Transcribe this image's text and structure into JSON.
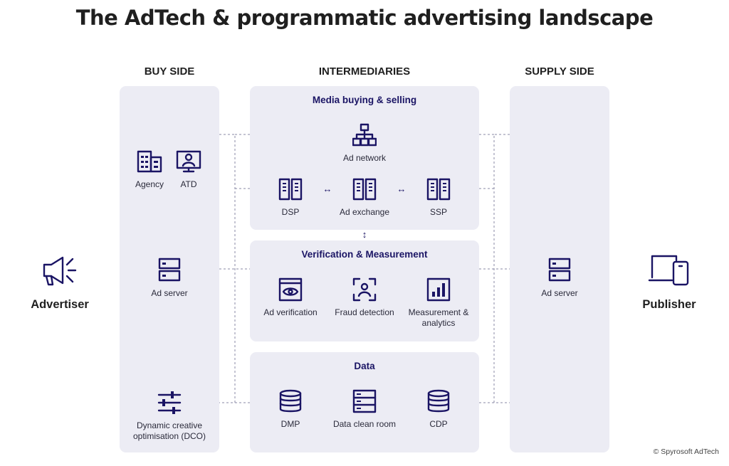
{
  "title": "The AdTech & programmatic advertising landscape",
  "columns": {
    "buy_side": "BUY SIDE",
    "intermediaries": "INTERMEDIARIES",
    "supply_side": "SUPPLY SIDE"
  },
  "advertiser": {
    "label": "Advertiser",
    "icon": "megaphone-icon"
  },
  "publisher": {
    "label": "Publisher",
    "icon": "devices-icon"
  },
  "buy_side": {
    "agency": "Agency",
    "atd": "ATD",
    "ad_server": "Ad server",
    "dco": "Dynamic creative optimisation (DCO)"
  },
  "media": {
    "title": "Media buying & selling",
    "ad_network": "Ad network",
    "dsp": "DSP",
    "ad_exchange": "Ad exchange",
    "ssp": "SSP",
    "arrow_h": "↔",
    "arrow_v": "↕"
  },
  "verification": {
    "title": "Verification & Measurement",
    "ad_verification": "Ad verification",
    "fraud_detection": "Fraud detection",
    "measurement": "Measurement & analytics"
  },
  "data_box": {
    "title": "Data",
    "dmp": "DMP",
    "clean_room": "Data clean room",
    "cdp": "CDP"
  },
  "supply_side": {
    "ad_server": "Ad server"
  },
  "copyright": "© Spyrosoft AdTech",
  "colors": {
    "ink": "#1a1464",
    "panel": "#ececf4",
    "connector": "#8a8aa6"
  }
}
